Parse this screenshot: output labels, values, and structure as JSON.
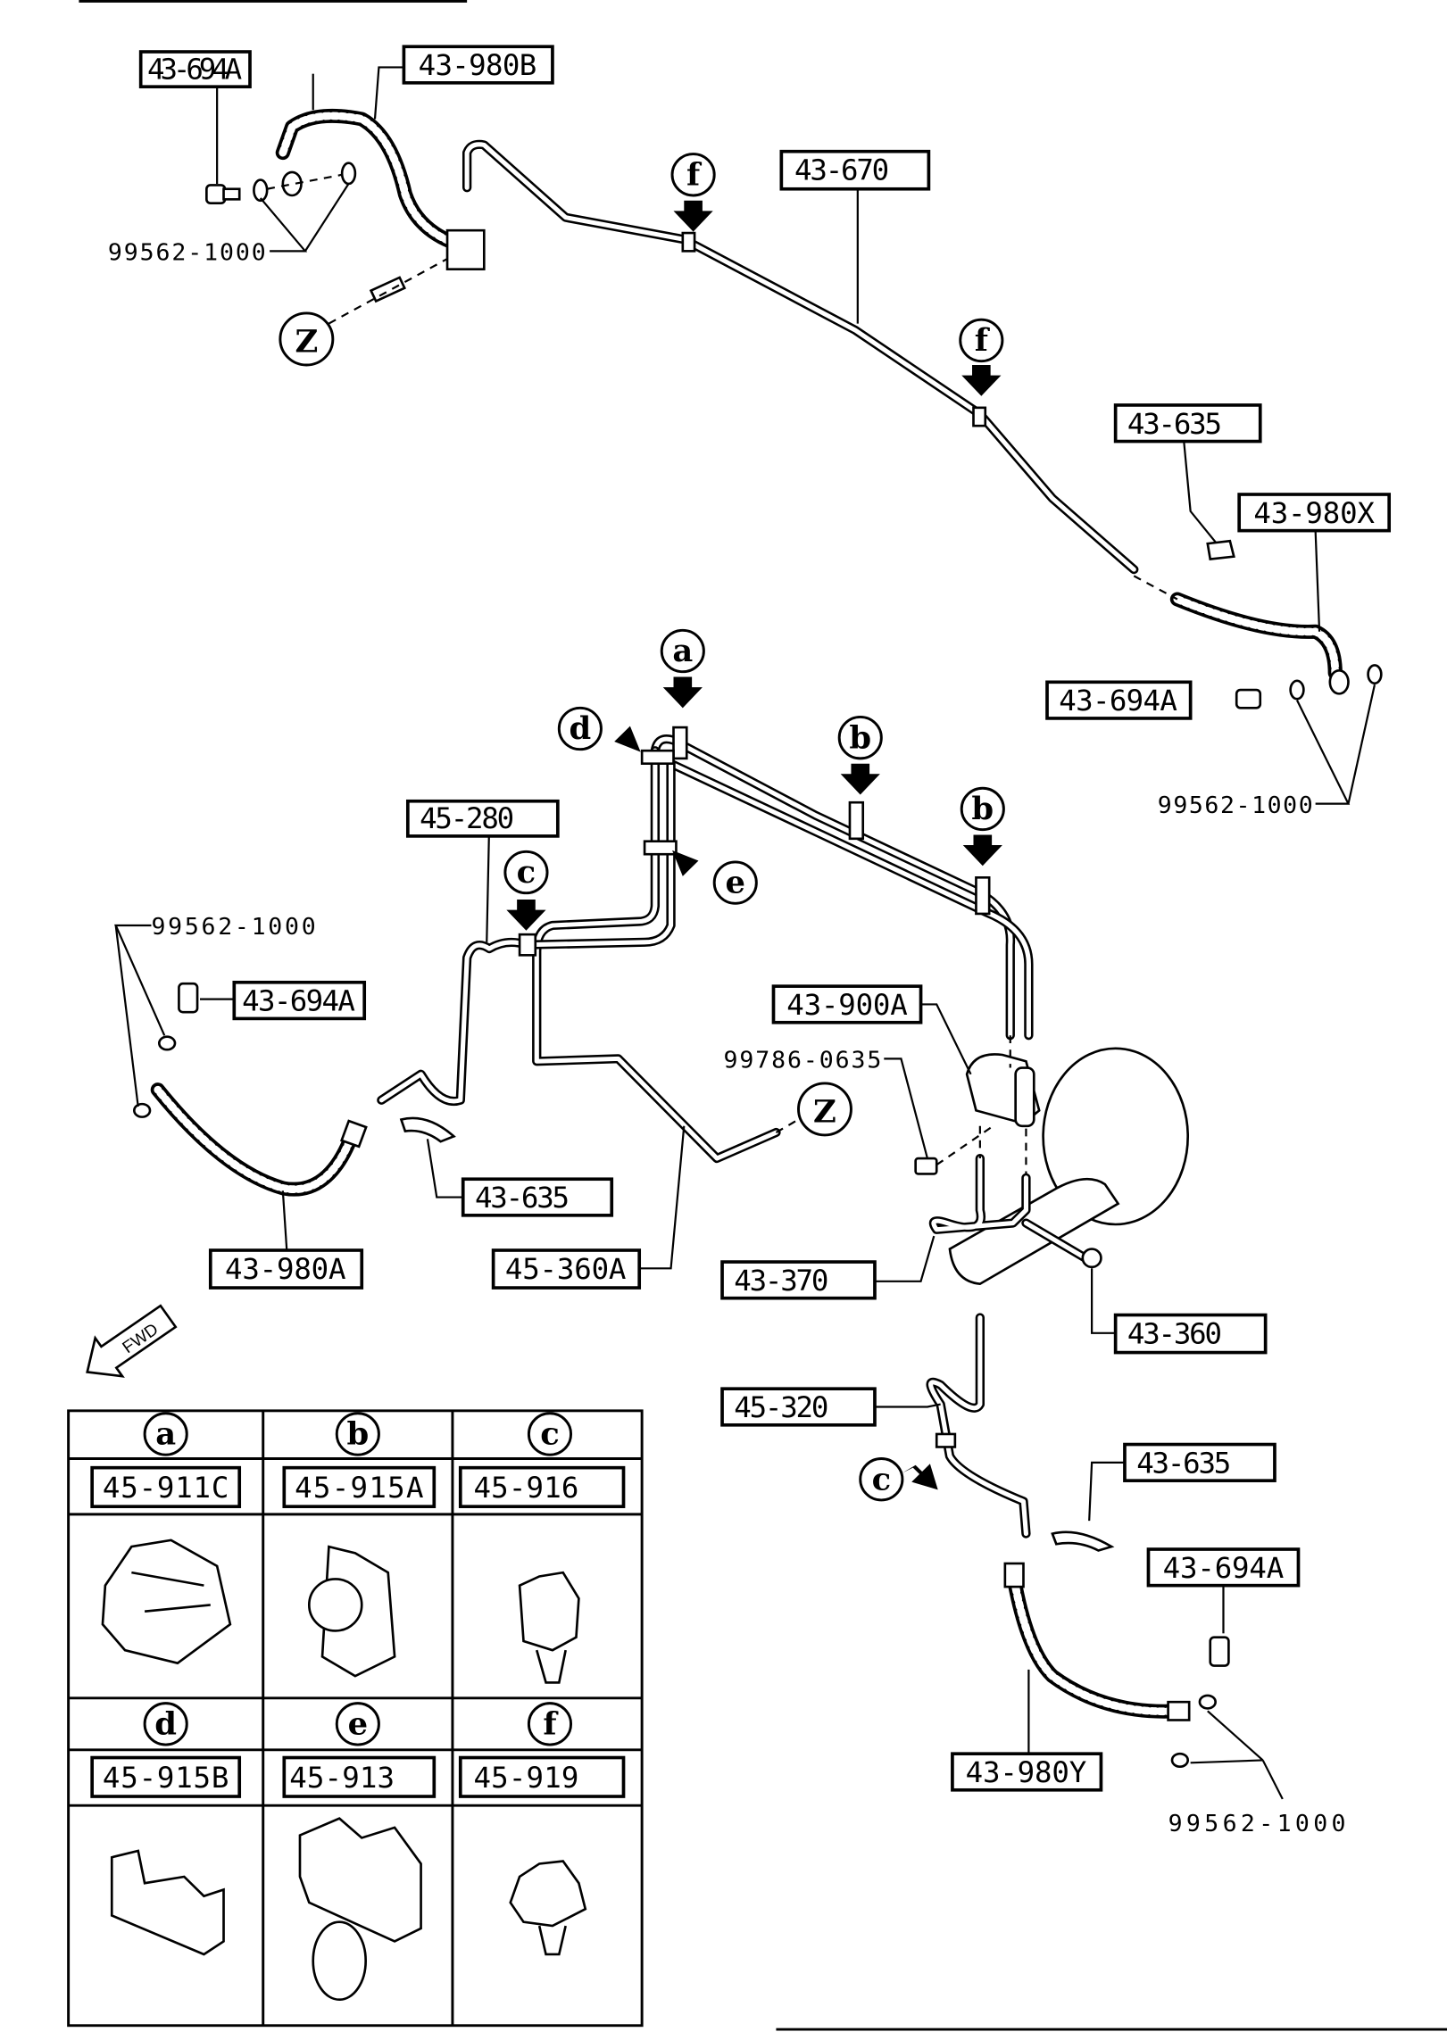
{
  "part_labels": {
    "p43_694A_top": "43-694A",
    "p43_980B": "43-980B",
    "p43_670": "43-670",
    "p43_635_top": "43-635",
    "p43_980X": "43-980X",
    "p43_694A_right": "43-694A",
    "p45_280": "45-280",
    "p43_694A_left": "43-694A",
    "p43_900A": "43-900A",
    "p43_635_mid": "43-635",
    "p43_980A": "43-980A",
    "p45_360A": "45-360A",
    "p43_370": "43-370",
    "p43_360": "43-360",
    "p45_320": "45-320",
    "p43_635_bottom": "43-635",
    "p43_694A_bottom": "43-694A",
    "p43_980Y": "43-980Y"
  },
  "plain_labels": {
    "washer_top": "99562-1000",
    "washer_right": "99562-1000",
    "washer_left": "99562-1000",
    "bolt_valve": "99786-0635",
    "washer_bottom": "99562-1000"
  },
  "callouts": {
    "f1": "f",
    "f2": "f",
    "a": "a",
    "d": "d",
    "b1": "b",
    "b2": "b",
    "e": "e",
    "c1": "c",
    "c2": "c",
    "z1": "Z",
    "z2": "Z"
  },
  "fwd_label": "FWD",
  "clip_table": [
    {
      "letter": "a",
      "part": "45-911C"
    },
    {
      "letter": "b",
      "part": "45-915A"
    },
    {
      "letter": "c",
      "part": "45-916"
    },
    {
      "letter": "d",
      "part": "45-915B"
    },
    {
      "letter": "e",
      "part": "45-913"
    },
    {
      "letter": "f",
      "part": "45-919"
    }
  ]
}
